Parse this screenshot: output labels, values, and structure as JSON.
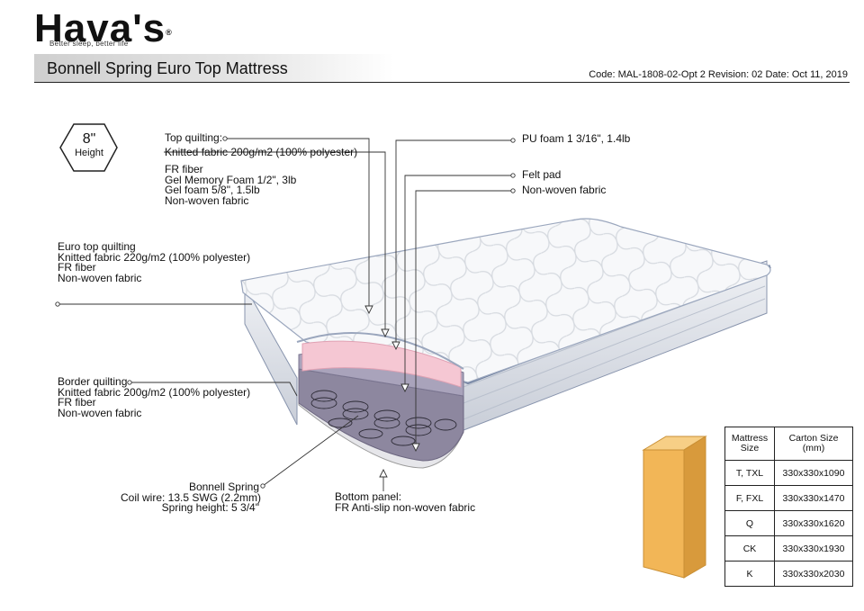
{
  "header": {
    "brand": "Hava's",
    "registered_mark": "®",
    "tagline": "Better sleep, better life",
    "title": "Bonnell Spring Euro Top Mattress",
    "doc_meta": "Code: MAL-1808-02-Opt 2  Revision: 02   Date: Oct 11, 2019"
  },
  "height_badge": {
    "value": "8\"",
    "label": "Height"
  },
  "callouts": {
    "top_quilting": [
      "Top quilting:",
      "Knitted fabric 200g/m2  (100% polyester)"
    ],
    "top_layers": [
      "FR fiber",
      "Gel Memory Foam 1/2\", 3lb",
      "Gel foam 5/8\", 1.5lb",
      "Non-woven fabric"
    ],
    "euro_top": [
      "Euro top quilting",
      "Knitted fabric 220g/m2 (100% polyester)",
      "FR fiber",
      "Non-woven fabric"
    ],
    "border": [
      "Border quilting",
      "Knitted fabric 200g/m2 (100% polyester)",
      "FR fiber",
      "Non-woven fabric"
    ],
    "spring": [
      "Bonnell Spring",
      "Coil wire: 13.5 SWG (2.2mm)",
      "Spring height: 5 3/4\""
    ],
    "bottom": [
      "Bottom panel:",
      "FR Anti-slip non-woven fabric"
    ],
    "pu_foam": "PU foam 1 3/16\", 1.4lb",
    "felt_pad": "Felt pad",
    "nonwoven_right": "Non-woven fabric"
  },
  "size_table": {
    "headers": [
      "Mattress\nSize",
      "Carton Size\n(mm)"
    ],
    "header_lines": [
      [
        "Mattress",
        "Size"
      ],
      [
        "Carton Size",
        "(mm)"
      ]
    ],
    "rows": [
      [
        "T, TXL",
        "330x330x1090"
      ],
      [
        "F, FXL",
        "330x330x1470"
      ],
      [
        "Q",
        "330x330x1620"
      ],
      [
        "CK",
        "330x330x1930"
      ],
      [
        "K",
        "330x330x2030"
      ]
    ]
  },
  "colors": {
    "carton_front": "#f2b657",
    "carton_side": "#d89a3c",
    "carton_top": "#f7cf86",
    "foam_pink": "#f5c7d3",
    "felt_gray": "#8f8aa3",
    "border_blue": "#7a8aa6"
  }
}
